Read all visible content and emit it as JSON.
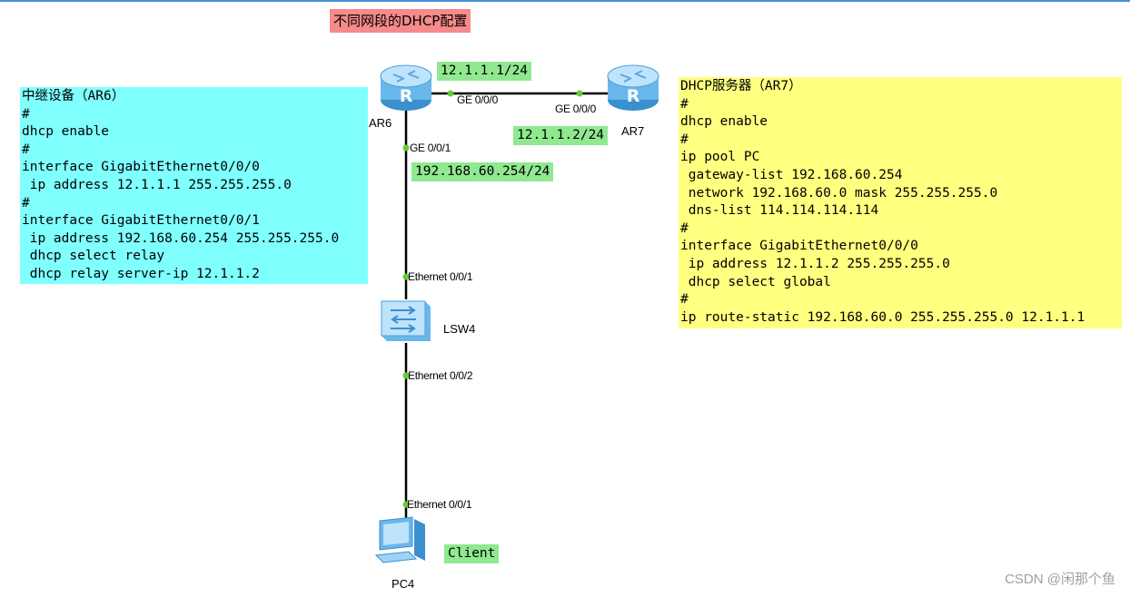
{
  "title": "不同网段的DHCP配置",
  "relay_config": {
    "lines": [
      "中继设备（AR6）",
      "#",
      "dhcp enable",
      "#",
      "interface GigabitEthernet0/0/0",
      " ip address 12.1.1.1 255.255.255.0",
      "#",
      "interface GigabitEthernet0/0/1",
      " ip address 192.168.60.254 255.255.255.0",
      " dhcp select relay",
      " dhcp relay server-ip 12.1.1.2"
    ]
  },
  "server_config": {
    "lines": [
      "DHCP服务器（AR7）",
      "#",
      "dhcp enable",
      "#",
      "ip pool PC",
      " gateway-list 192.168.60.254",
      " network 192.168.60.0 mask 255.255.255.0",
      " dns-list 114.114.114.114",
      "#",
      "interface GigabitEthernet0/0/0",
      " ip address 12.1.1.2 255.255.255.0",
      " dhcp select global",
      "#",
      "ip route-static 192.168.60.0 255.255.255.0 12.1.1.1"
    ]
  },
  "ip_labels": {
    "ar6_ge000": "12.1.1.1/24",
    "ar7_ge000": "12.1.1.2/24",
    "ar6_ge001": "192.168.60.254/24",
    "client": "Client"
  },
  "devices": {
    "ar6": "AR6",
    "ar7": "AR7",
    "lsw4": "LSW4",
    "pc4": "PC4"
  },
  "ports": {
    "ar6_ge000": "GE 0/0/0",
    "ar7_ge000": "GE 0/0/0",
    "ar6_ge001": "GE 0/0/1",
    "lsw4_e001": "Ethernet 0/0/1",
    "lsw4_e002": "Ethernet 0/0/2",
    "pc4_e001": "Ethernet 0/0/1"
  },
  "colors": {
    "relay_box": "#80ffff",
    "server_box": "#ffff80",
    "ip_label": "#90e890",
    "title": "#f78a8a",
    "link": "#000000",
    "port_dot": "#66cc33"
  },
  "watermark": "CSDN @闲那个鱼"
}
